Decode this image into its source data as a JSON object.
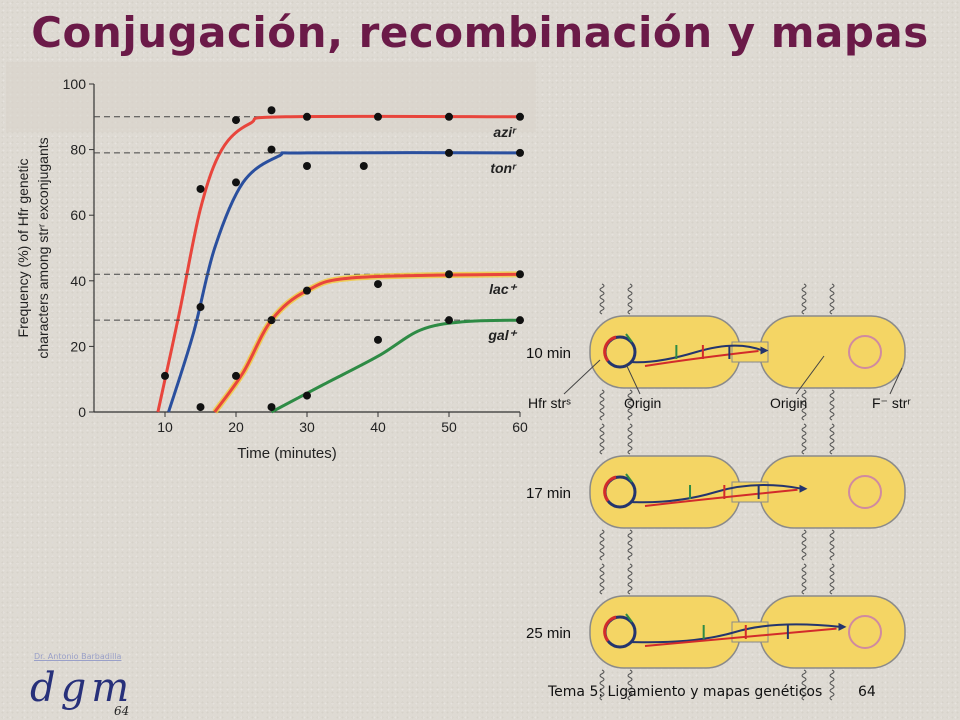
{
  "slide": {
    "title": "Conjugación, recombinación y mapas",
    "author_link": "Dr. Antonio Barbadilla",
    "logo_text": "dgm",
    "logo_page": "64",
    "footer_text": "Tema 5: Ligamiento y mapas genéticos",
    "page_number": "64"
  },
  "chart_data": {
    "type": "line",
    "title": "",
    "xlabel": "Time (minutes)",
    "ylabel_lines": [
      "Frequency (%) of Hfr genetic",
      "characters among strʳ exconjugants"
    ],
    "xlim": [
      0,
      60
    ],
    "ylim": [
      0,
      100
    ],
    "xticks": [
      10,
      20,
      30,
      40,
      50,
      60
    ],
    "yticks": [
      0,
      20,
      40,
      60,
      80,
      100
    ],
    "series": [
      {
        "name": "aziʳ",
        "color": "#e8453c",
        "plateau": 90,
        "curve": [
          [
            9,
            0
          ],
          [
            12,
            30
          ],
          [
            15,
            62
          ],
          [
            18,
            80
          ],
          [
            22,
            88
          ],
          [
            27,
            90
          ],
          [
            60,
            90
          ]
        ],
        "points": [
          [
            10,
            11
          ],
          [
            15,
            68
          ],
          [
            20,
            89
          ],
          [
            25,
            92
          ],
          [
            30,
            90
          ],
          [
            40,
            90
          ],
          [
            50,
            90
          ],
          [
            60,
            90
          ]
        ]
      },
      {
        "name": "tonʳ",
        "color": "#2a4f9e",
        "plateau": 79,
        "curve": [
          [
            10.5,
            0
          ],
          [
            14,
            24
          ],
          [
            17,
            50
          ],
          [
            21,
            70
          ],
          [
            26,
            78
          ],
          [
            30,
            79
          ],
          [
            60,
            79
          ]
        ],
        "points": [
          [
            15,
            32
          ],
          [
            20,
            70
          ],
          [
            25,
            80
          ],
          [
            30,
            75
          ],
          [
            38,
            75
          ],
          [
            50,
            79
          ],
          [
            60,
            79
          ]
        ]
      },
      {
        "name": "lac⁺",
        "color": "#e8453c",
        "plateau": 42,
        "curve": [
          [
            17,
            0
          ],
          [
            21,
            12
          ],
          [
            25,
            28
          ],
          [
            30,
            37
          ],
          [
            37,
            41
          ],
          [
            60,
            42
          ]
        ],
        "points": [
          [
            15,
            1.5
          ],
          [
            20,
            11
          ],
          [
            25,
            28
          ],
          [
            30,
            37
          ],
          [
            40,
            39
          ],
          [
            50,
            42
          ],
          [
            60,
            42
          ]
        ]
      },
      {
        "name": "gal⁺",
        "color": "#2e8b45",
        "plateau": 28,
        "curve": [
          [
            25,
            0
          ],
          [
            32,
            8
          ],
          [
            40,
            17
          ],
          [
            46,
            25
          ],
          [
            52,
            27.5
          ],
          [
            60,
            28
          ]
        ],
        "points": [
          [
            25,
            1.5
          ],
          [
            30,
            5
          ],
          [
            40,
            22
          ],
          [
            50,
            28
          ],
          [
            60,
            28
          ]
        ]
      }
    ]
  },
  "cells_figure": {
    "panels": [
      {
        "time": "10 min",
        "transfer": 0.25
      },
      {
        "time": "17 min",
        "transfer": 0.55
      },
      {
        "time": "25 min",
        "transfer": 0.85
      }
    ],
    "labels": {
      "hfr": "Hfr strˢ",
      "origin_left": "Origin",
      "origin_right": "Origin",
      "f_minus": "F⁻ strʳ"
    },
    "colors": {
      "cell_fill": "#f4d564",
      "cell_edge": "#8a8a8a",
      "dna_red": "#d22b2b",
      "dna_blue": "#24356e",
      "chromosome_f": "#d08aa0"
    }
  }
}
